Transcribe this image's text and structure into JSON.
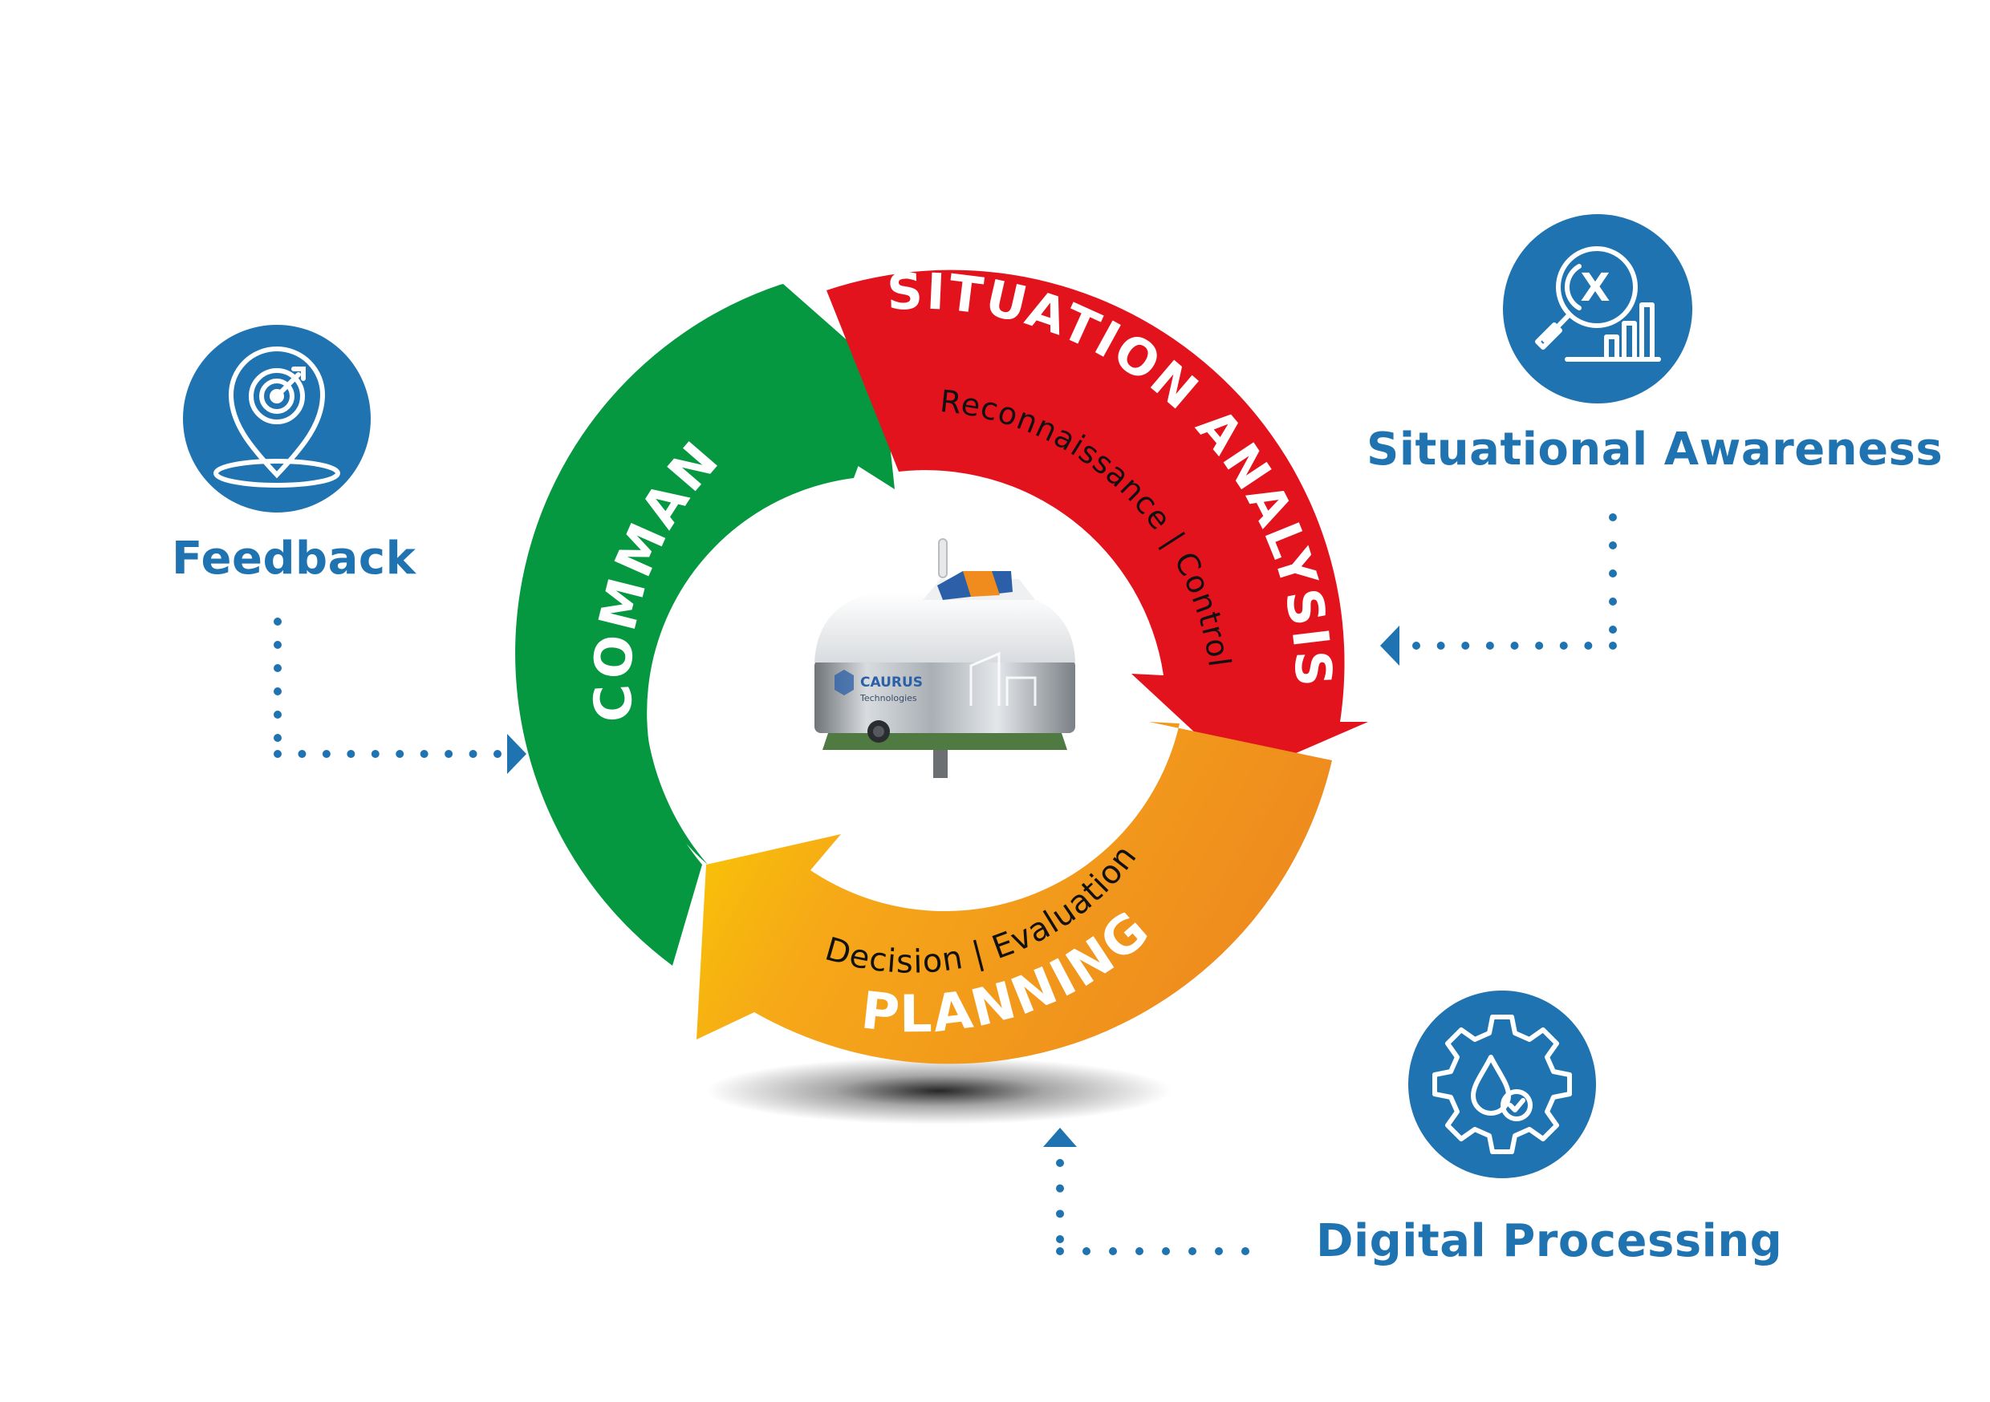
{
  "cycle": {
    "command_label": "COMMAND",
    "situation_label": "SITUATION ANALYSIS",
    "situation_sub": "Reconnaissance | Control",
    "planning_label": "PLANNING",
    "planning_sub": "Decision | Evaluation",
    "colors": {
      "command": "#069840",
      "situation": "#e2131d",
      "planning_start": "#f9c800",
      "planning_end": "#f08c1e"
    }
  },
  "device": {
    "brand": "CAURUS",
    "brand_sub": "Technologies"
  },
  "nodes": [
    {
      "label": "Feedback",
      "icon": "target-location-icon"
    },
    {
      "label": "Situational Awareness",
      "icon": "magnify-chart-icon"
    },
    {
      "label": "Digital Processing",
      "icon": "gear-drop-icon"
    }
  ],
  "icon_glyph": "x",
  "accent_color": "#1f73b1"
}
